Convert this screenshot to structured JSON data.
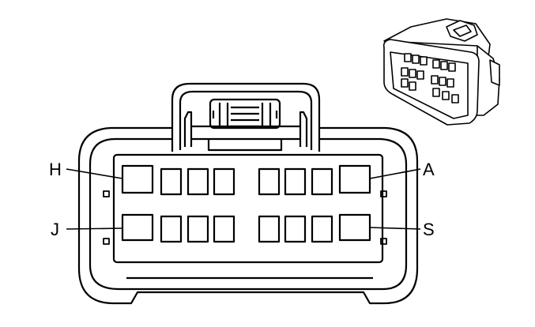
{
  "pin_labels": {
    "top_left": "H",
    "top_right": "A",
    "bottom_left": "J",
    "bottom_right": "S"
  },
  "colors": {
    "stroke": "#000000",
    "background": "#ffffff",
    "thumbnail_fill": "#ffffff"
  },
  "icons": {
    "connector_face": "connector-face-outline",
    "connector_3d": "connector-isometric-thumbnail"
  }
}
